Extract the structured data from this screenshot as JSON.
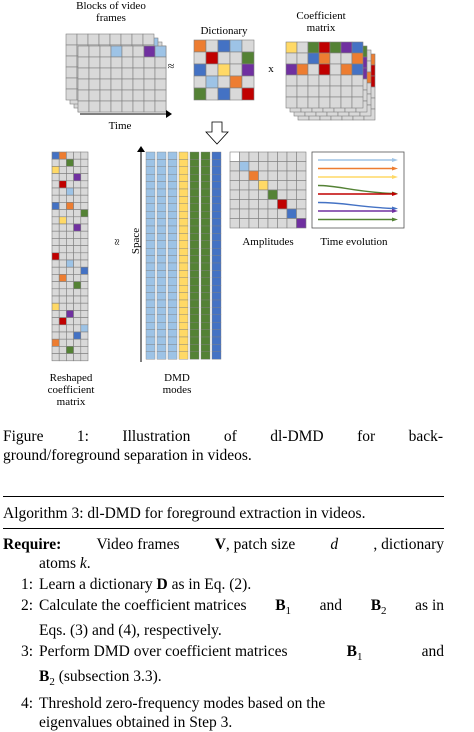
{
  "figure": {
    "labels": {
      "blocks": "Blocks of video frames",
      "dictionary": "Dictionary",
      "coefficient": "Coefficient matrix",
      "approx1": "≈",
      "times": "x",
      "time": "Time",
      "space": "Space",
      "approx2": "≈",
      "amplitudes": "Amplitudes",
      "time_evolution": "Time evolution",
      "reshaped": "Reshaped coefficient matrix",
      "dmd_modes": "DMD modes"
    },
    "colors": {
      "grid": "#d9d9d9",
      "gridline": "#7f7f7f",
      "blue": "#4472c4",
      "orange": "#ed7d31",
      "green": "#548235",
      "yellow": "#ffd966",
      "purple": "#7030a0",
      "red": "#c00000",
      "lightblue": "#9dc3e6"
    }
  },
  "caption": {
    "line1_words": [
      "Figure",
      "1:",
      "Illustration",
      "of",
      "dl-DMD",
      "for",
      "back-"
    ],
    "line2": "ground/foreground separation in videos."
  },
  "algorithm": {
    "title": "Algorithm 3: dl-DMD for foreground extraction in videos.",
    "require_label": "Require:",
    "require_line1": [
      "Video frames",
      "V",
      ", patch size",
      "d",
      ", dictionary"
    ],
    "require_line2_prefix": "atoms",
    "require_line2_var": "k",
    "steps": [
      {
        "num": "1:",
        "text_a": "Learn a dictionary",
        "bold": "D",
        "text_b": "as in Eq. (2)."
      },
      {
        "num": "2:",
        "text_a": "Calculate the coefficient matrices",
        "b1": "B",
        "sub1": "1",
        "mid": "and",
        "b2": "B",
        "sub2": "2",
        "text_b": "as in",
        "line2": "Eqs. (3) and  (4), respectively."
      },
      {
        "num": "3:",
        "text_a": "Perform DMD over coefficient matrices",
        "b1": "B",
        "sub1": "1",
        "mid": "and",
        "b2": "B",
        "sub2": "2",
        "line2": "(subsection 3.3)."
      },
      {
        "num": "4:",
        "text_a": "Threshold zero-frequency modes based on the",
        "line2": "eigenvalues obtained in Step 3."
      }
    ]
  }
}
